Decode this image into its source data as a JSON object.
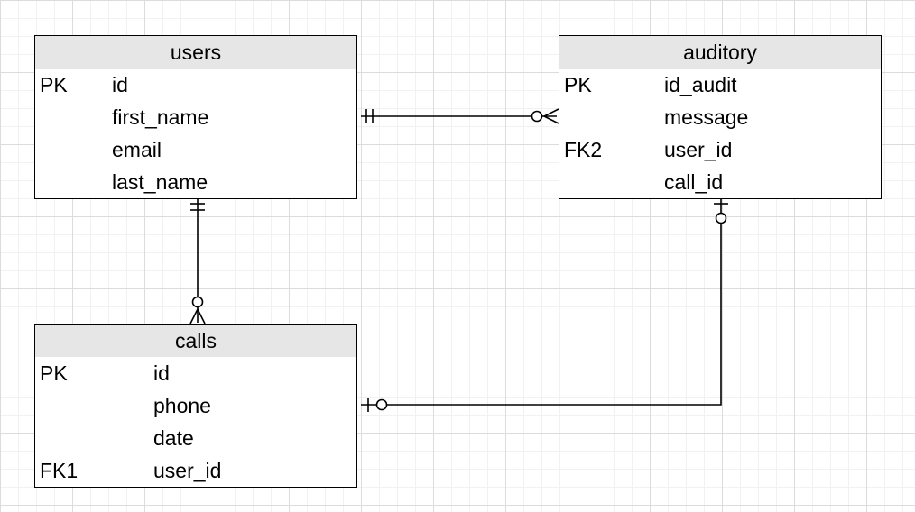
{
  "entities": {
    "users": {
      "name": "users",
      "rows": [
        {
          "key": "PK",
          "field": "id"
        },
        {
          "key": "",
          "field": "first_name"
        },
        {
          "key": "",
          "field": "email"
        },
        {
          "key": "",
          "field": "last_name"
        }
      ]
    },
    "auditory": {
      "name": "auditory",
      "rows": [
        {
          "key": "PK",
          "field": "id_audit"
        },
        {
          "key": "",
          "field": "message"
        },
        {
          "key": "FK2",
          "field": "user_id"
        },
        {
          "key": "",
          "field": "call_id"
        }
      ]
    },
    "calls": {
      "name": "calls",
      "rows": [
        {
          "key": "PK",
          "field": "id"
        },
        {
          "key": "",
          "field": "phone"
        },
        {
          "key": "",
          "field": "date"
        },
        {
          "key": "FK1",
          "field": "user_id"
        }
      ]
    }
  },
  "relationships": [
    {
      "name": "users-auditory",
      "from": "users",
      "from_cardinality": "exactly-one",
      "to": "auditory",
      "to_cardinality": "zero-or-many"
    },
    {
      "name": "users-calls",
      "from": "users",
      "from_cardinality": "exactly-one",
      "to": "calls",
      "to_cardinality": "zero-or-many"
    },
    {
      "name": "calls-auditory",
      "from": "calls",
      "from_cardinality": "zero-or-one",
      "to": "auditory",
      "to_cardinality": "zero-or-one"
    }
  ],
  "colors": {
    "border": "#000000",
    "header_fill": "#e6e6e6",
    "grid_major": "#dcdcdc",
    "grid_minor": "#f1f1f1"
  }
}
